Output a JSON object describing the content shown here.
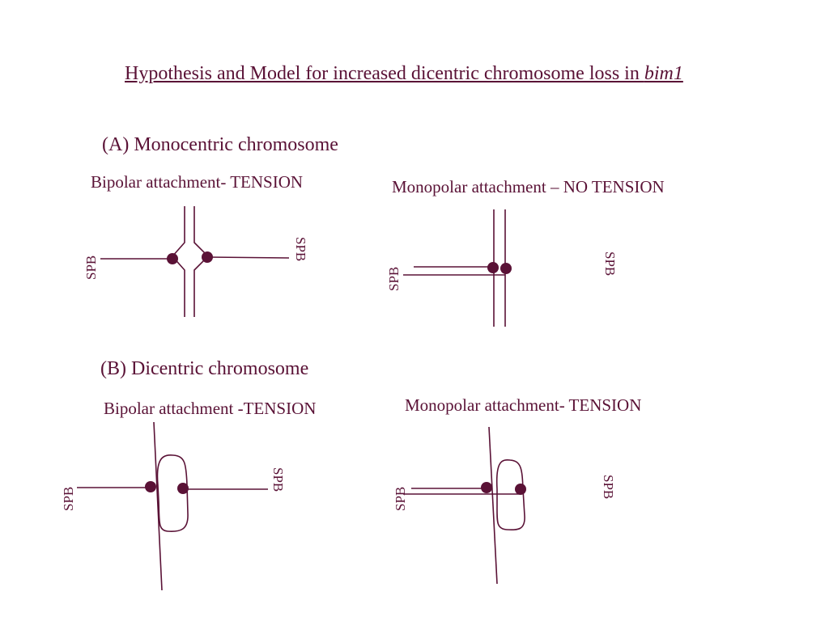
{
  "title": {
    "text": "Hypothesis and Model for increased dicentric chromosome loss in ",
    "italic": "bim1"
  },
  "sections": {
    "A": {
      "heading": "(A)  Monocentric chromosome",
      "left_label": "Bipolar attachment- TENSION",
      "right_label": "Monopolar attachment – NO TENSION"
    },
    "B": {
      "heading": "(B)  Dicentric chromosome",
      "left_label": "Bipolar attachment -TENSION",
      "right_label": "Monopolar attachment- TENSION"
    }
  },
  "spb_label": "SPB",
  "colors": {
    "ink": "#5a1236",
    "background": "#ffffff"
  }
}
